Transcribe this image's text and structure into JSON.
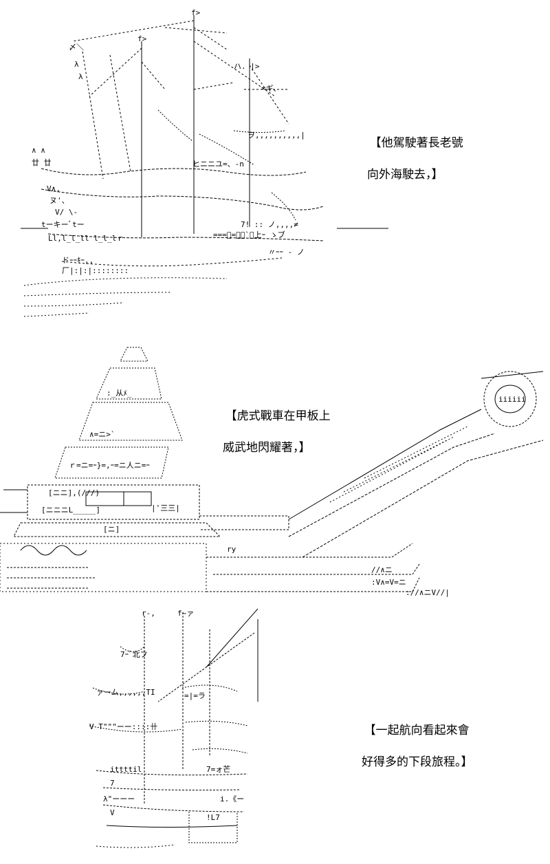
{
  "panels": [
    {
      "caption_line1": "【他駕駛著長老號",
      "caption_line2": "向外海駛去，】"
    },
    {
      "caption_line1": "【虎式戰車在甲板上",
      "caption_line2": "威武地閃耀著，】"
    },
    {
      "caption_line1": "【一起航向看起來會",
      "caption_line2": "好得多的下段旅程。】"
    }
  ],
  "colors": {
    "ink": "#000000",
    "background": "#ffffff"
  }
}
